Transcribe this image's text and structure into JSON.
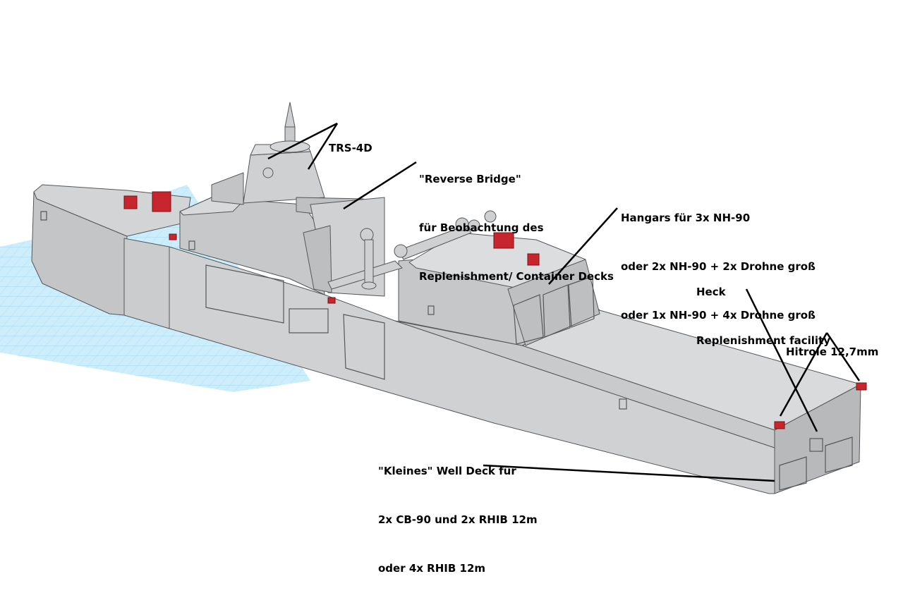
{
  "labels": {
    "trs": "TRS-4D",
    "bridge": [
      "\"Reverse Bridge\"",
      "für Beobachtung des",
      "Replenishment/ Container Decks"
    ],
    "hangars": [
      "Hangars für 3x NH-90",
      "oder 2x NH-90 + 2x Drohne groß",
      "oder 1x NH-90 + 4x Drohne groß"
    ],
    "heck": [
      "Heck",
      "Replenishment facility"
    ],
    "hitrole": "Hitrole 12,7mm",
    "welldeck": [
      "\"Kleines\" Well Deck für",
      "2x CB-90 und 2x RHIB 12m",
      "oder 4x RHIB 12m"
    ]
  },
  "colors": {
    "hull_light": "#d9dadc",
    "hull_mid": "#c7c8ca",
    "hull_dark": "#b6b7b9",
    "edge": "#55575a",
    "weapon_red": "#c8262f",
    "grid_plane": "#c9ecfb",
    "grid_line": "#8fd3f5",
    "leader_line": "#000000"
  }
}
